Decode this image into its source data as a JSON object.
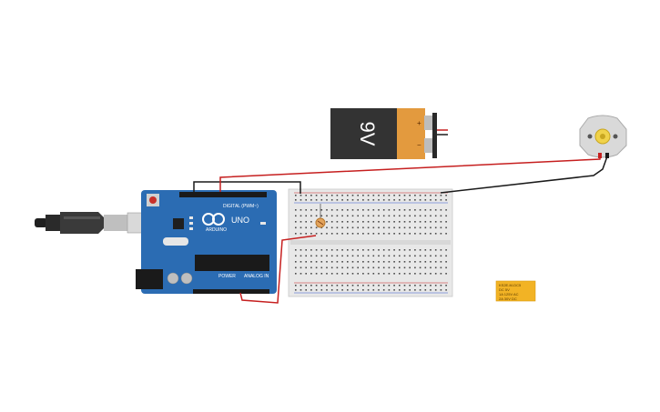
{
  "arduino": {
    "brand": "ARDUINO",
    "model": "UNO",
    "digital_header": "DIGITAL (PWM~)",
    "power_header": "POWER",
    "analog_header": "ANALOG IN"
  },
  "battery": {
    "label": "9V",
    "terminal_plus": "+",
    "terminal_minus": "−"
  },
  "relay": {
    "line1": "KS2E-M-DC5",
    "line2": "DC 5V",
    "line3": "1A 125V AC",
    "line4": "2A 30V DC"
  },
  "colors": {
    "arduino_board": "#2b6cb3",
    "breadboard": "#e8e8e8",
    "battery_body": "#333333",
    "battery_cap": "#e39a3e",
    "motor": "#d9d9d9",
    "motor_hub": "#f0d24a",
    "relay": "#f2b325",
    "wire_red": "#c61f1f",
    "wire_black": "#1a1a1a"
  }
}
